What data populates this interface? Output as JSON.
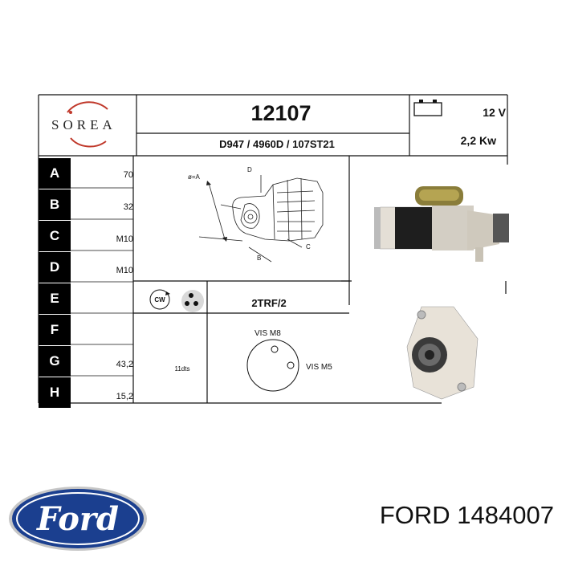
{
  "brand": {
    "name": "SOREA",
    "part_number": "12107",
    "cross_references": "D947 / 4960D / 107ST21",
    "voltage": "12 V",
    "power": "2,2 Kw"
  },
  "specs": [
    {
      "letter": "A",
      "value": "70"
    },
    {
      "letter": "B",
      "value": "32"
    },
    {
      "letter": "C",
      "value": "M10"
    },
    {
      "letter": "D",
      "value": "M10"
    },
    {
      "letter": "E",
      "value": ""
    },
    {
      "letter": "F",
      "value": ""
    },
    {
      "letter": "G",
      "value": "43,2"
    },
    {
      "letter": "H",
      "value": "15,2"
    }
  ],
  "diagram": {
    "dim_label_a": "ø=A",
    "dim_label_b": "B",
    "dim_label_c": "C",
    "dim_label_d": "D",
    "rotation": "CW",
    "connector": "2TRF/2",
    "teeth": "11dts",
    "bolt_m8": "VIS M8",
    "bolt_m5": "VIS M5"
  },
  "footer": {
    "oem_text": "FORD 1484007",
    "logo_text": "Ford"
  },
  "colors": {
    "ford_blue": "#1b3f8f",
    "sorea_red": "#c0392b",
    "label_black": "#000000"
  }
}
